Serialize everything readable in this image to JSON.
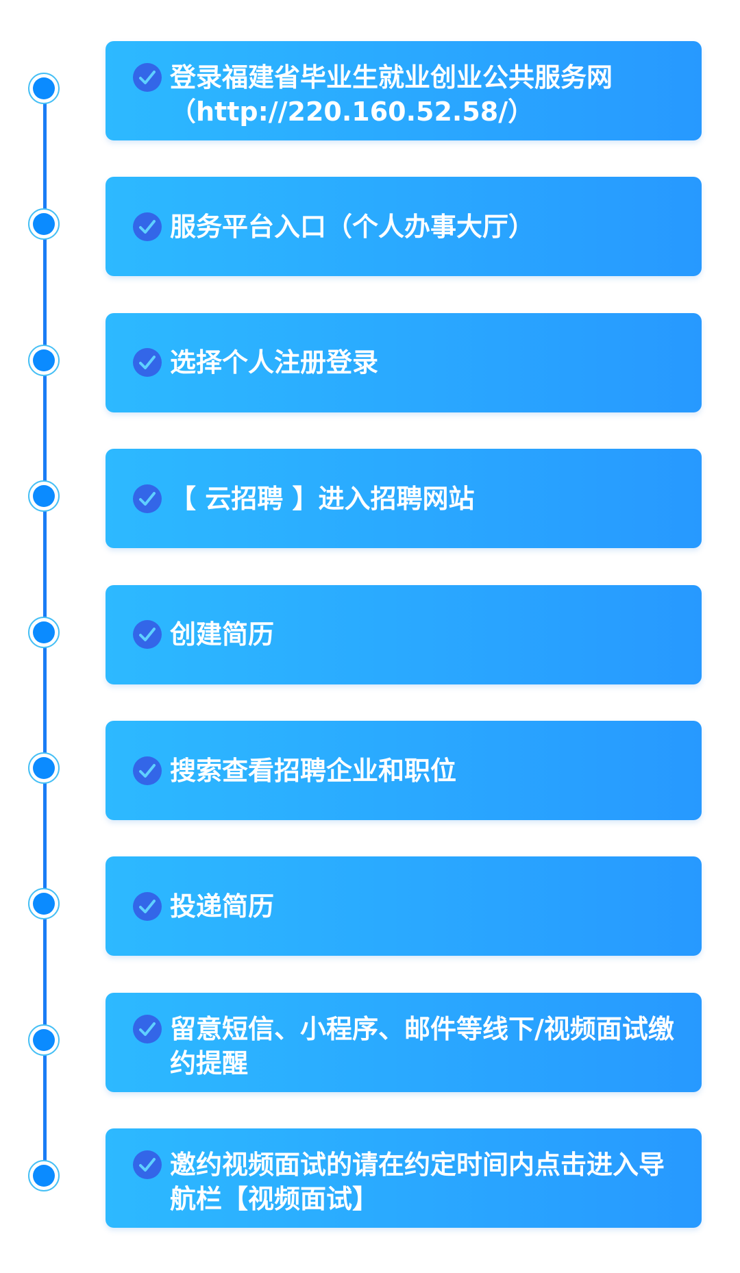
{
  "steps": [
    {
      "label": "登录福建省毕业生就业创业公共服务网（http://220.160.52.58/）"
    },
    {
      "label": "服务平台入口（个人办事大厅）"
    },
    {
      "label": "选择个人注册登录"
    },
    {
      "label": "【 云招聘 】进入招聘网站"
    },
    {
      "label": "创建简历"
    },
    {
      "label": "搜索查看招聘企业和职位"
    },
    {
      "label": "投递简历"
    },
    {
      "label": "留意短信、小程序、邮件等线下/视频面试缴约提醒"
    },
    {
      "label": "邀约视频面试的请在约定时间内点击进入导航栏【视频面试】"
    }
  ],
  "colors": {
    "card_start": "#2db9ff",
    "card_end": "#2799ff",
    "check": "#3366e8",
    "timeline": "#1a7cf5"
  }
}
